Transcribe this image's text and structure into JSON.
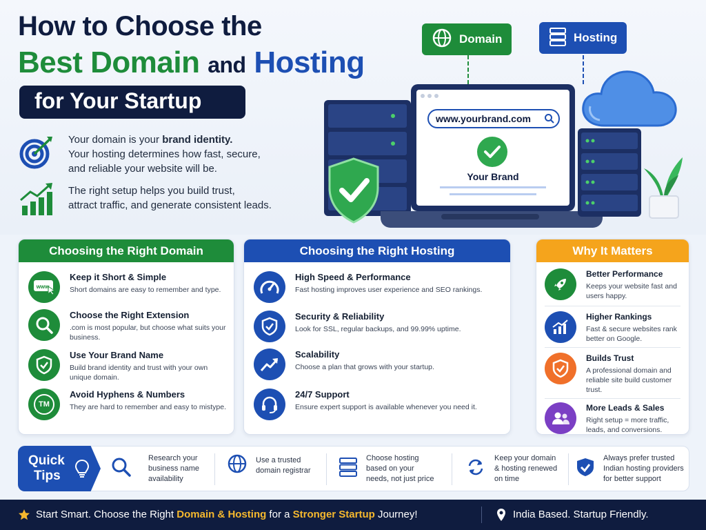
{
  "title": {
    "line1": "How to Choose the",
    "line2_green": "Best Domain",
    "line2_and": "and",
    "line2_blue": "Hosting",
    "line3": "for Your Startup"
  },
  "intro": {
    "p1a": "Your domain is your ",
    "p1b": "brand identity.",
    "p1c": "Your hosting determines how fast, secure,",
    "p1d": "and reliable your website will be.",
    "p2a": "The right setup helps you build trust,",
    "p2b": "attract traffic, and generate consistent leads."
  },
  "hero": {
    "domain_tag": "Domain",
    "hosting_tag": "Hosting",
    "url": "www.yourbrand.com",
    "brand": "Your Brand"
  },
  "domain_card": {
    "header": "Choosing the Right Domain",
    "items": [
      {
        "title": "Keep it Short & Simple",
        "desc": "Short domains are easy to remember and type."
      },
      {
        "title": "Choose the Right Extension",
        "desc": ".com is most popular, but choose what suits your business."
      },
      {
        "title": "Use Your Brand Name",
        "desc": "Build brand identity and trust with your own unique domain."
      },
      {
        "title": "Avoid Hyphens & Numbers",
        "desc": "They are hard to remember and easy to mistype."
      }
    ],
    "www_badge": "www.",
    "tm_badge": "TM"
  },
  "hosting_card": {
    "header": "Choosing the Right Hosting",
    "items": [
      {
        "title": "High Speed & Performance",
        "desc": "Fast hosting improves user experience and SEO rankings."
      },
      {
        "title": "Security & Reliability",
        "desc": "Look for SSL, regular backups, and 99.99% uptime."
      },
      {
        "title": "Scalability",
        "desc": "Choose a plan that grows with your startup."
      },
      {
        "title": "24/7 Support",
        "desc": "Ensure expert support is available whenever you need it."
      }
    ]
  },
  "why_card": {
    "header": "Why It Matters",
    "items": [
      {
        "title": "Better Performance",
        "desc": "Keeps your website fast and users happy."
      },
      {
        "title": "Higher Rankings",
        "desc": "Fast & secure websites rank better on Google."
      },
      {
        "title": "Builds Trust",
        "desc": "A professional domain and reliable site build customer trust."
      },
      {
        "title": "More Leads & Sales",
        "desc": "Right setup = more traffic, leads, and conversions."
      }
    ]
  },
  "tips": {
    "label1": "Quick",
    "label2": "Tips",
    "items": [
      {
        "l1": "Research your",
        "l2": "business name",
        "l3": "availability"
      },
      {
        "l1": "Use a trusted",
        "l2": "domain registrar",
        "l3": ""
      },
      {
        "l1": "Choose hosting",
        "l2": "based on your",
        "l3": "needs, not just price"
      },
      {
        "l1": "Keep your domain",
        "l2": "& hosting renewed",
        "l3": "on time"
      },
      {
        "l1": "Always prefer trusted",
        "l2": "Indian hosting providers",
        "l3": "for better support"
      }
    ]
  },
  "footer": {
    "a": "Start Smart. Choose the Right ",
    "b": "Domain & Hosting",
    "c": " for a ",
    "d": "Stronger Startup",
    "e": " Journey!",
    "right": "India Based. Startup Friendly."
  },
  "colors": {
    "navy": "#0f1c3f",
    "green": "#1e8c3a",
    "blue": "#1d4fb3",
    "orange": "#f5a41c",
    "purple": "#7b3fc4",
    "red_orange": "#f0702a",
    "accent_yellow": "#f5b82e"
  },
  "icons": [
    "target-icon",
    "growth-chart-icon",
    "globe-icon",
    "server-icon",
    "cloud-icon",
    "shield-check-icon",
    "www-icon",
    "search-icon",
    "shield-icon",
    "tm-icon",
    "speedometer-icon",
    "shield-check-icon",
    "trend-up-icon",
    "headset-icon",
    "rocket-icon",
    "chart-icon",
    "shield-icon",
    "users-icon",
    "lightbulb-icon",
    "search-icon",
    "globe-icon",
    "server-icon",
    "refresh-icon",
    "shield-check-icon",
    "star-icon",
    "location-pin-icon"
  ]
}
